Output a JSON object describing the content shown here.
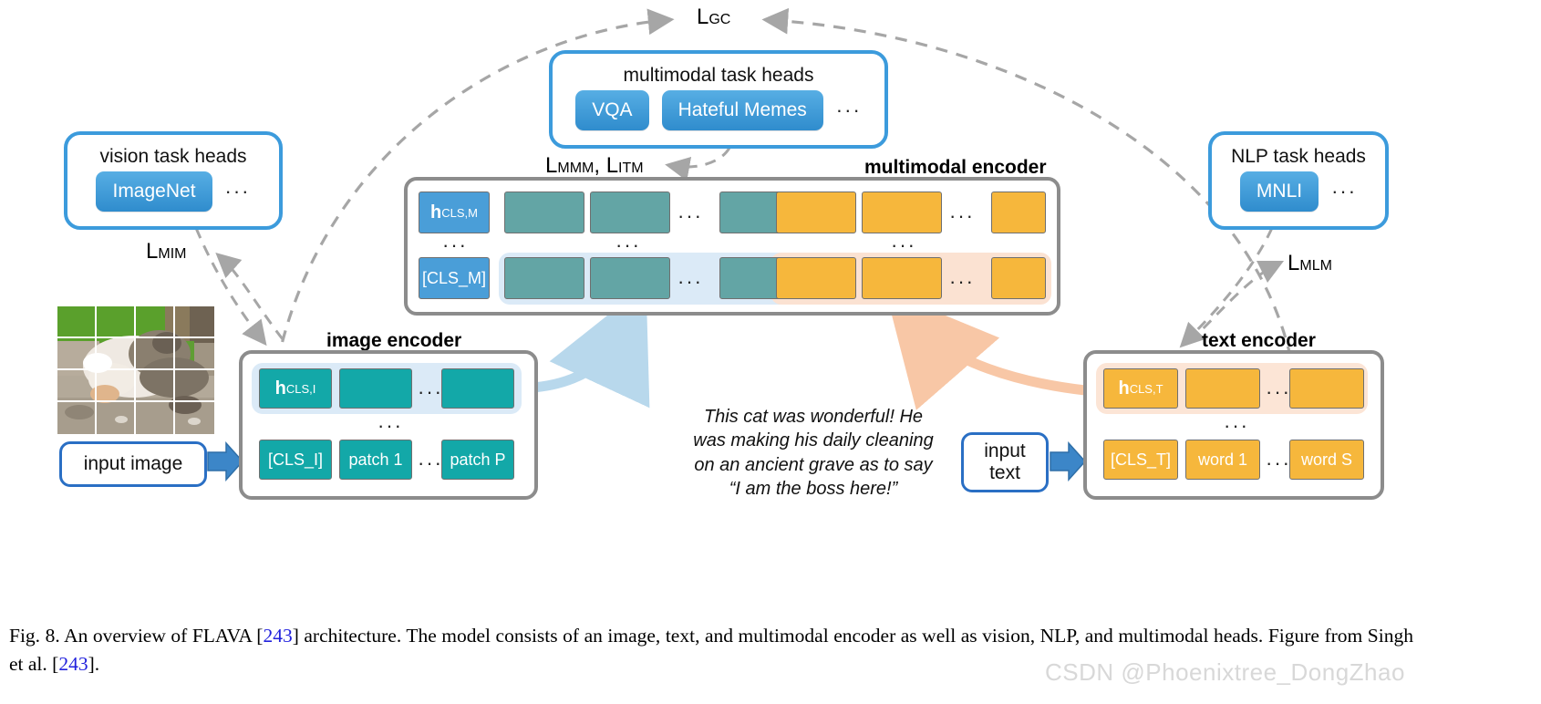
{
  "figure": {
    "id": "Fig. 8.",
    "caption_part1": "An overview of FLAVA [",
    "ref1": "243",
    "caption_part2": "] architecture. The model consists of an image, text, and multimodal encoder as well as vision, NLP, and multimodal heads. Figure from Singh et al. [",
    "ref2": "243",
    "caption_part3": "].",
    "watermark": "CSDN @Phoenixtree_DongZhao"
  },
  "losses": {
    "global_contrastive": "L",
    "global_contrastive_sub": "GC",
    "mim": "L",
    "mim_sub": "MIM",
    "mlm": "L",
    "mlm_sub": "MLM",
    "mmm_itm_1": "L",
    "mmm_itm_1_sub": "MMM",
    "mmm_itm_sep": ", ",
    "mmm_itm_2": "L",
    "mmm_itm_2_sub": "ITM"
  },
  "vision_heads": {
    "title": "vision task heads",
    "items": [
      "ImageNet"
    ],
    "ellipsis": "···"
  },
  "multimodal_heads": {
    "title": "multimodal task heads",
    "items": [
      "VQA",
      "Hateful Memes"
    ],
    "ellipsis": "···"
  },
  "nlp_heads": {
    "title": "NLP task heads",
    "items": [
      "MNLI"
    ],
    "ellipsis": "···"
  },
  "multimodal_encoder": {
    "label": "multimodal encoder",
    "hidden_cls": "h",
    "hidden_cls_sub": "CLS,M",
    "input_cls": "[CLS_M]",
    "vertical_dots": "···",
    "row_dots": "···"
  },
  "image_encoder": {
    "label": "image encoder",
    "hidden_cls": "h",
    "hidden_cls_sub": "CLS,I",
    "input_cls": "[CLS_I]",
    "patch_first": "patch 1",
    "patch_last": "patch P",
    "row_dots": "···",
    "vertical_dots": "···"
  },
  "text_encoder": {
    "label": "text encoder",
    "hidden_cls": "h",
    "hidden_cls_sub": "CLS,T",
    "input_cls": "[CLS_T]",
    "word_first": "word 1",
    "word_last": "word S",
    "row_dots": "···",
    "vertical_dots": "···"
  },
  "inputs": {
    "image_label": "input image",
    "text_label": "input\ntext",
    "text_label_line1": "input",
    "text_label_line2": "text",
    "sample_text_line1": "This cat was wonderful! He",
    "sample_text_line2": "was making his daily cleaning",
    "sample_text_line3": "on an ancient grave as to say",
    "sample_text_line4": "“I am the boss here!”"
  },
  "colors": {
    "blue_accent": "#3c9bdc",
    "pill_blue": "#2f8ccd",
    "teal": "#13a8a8",
    "teal_dim": "#63a5a5",
    "amber": "#f6b73c",
    "cls_blue": "#4a9ed8",
    "panel_gray": "#8c8c8c",
    "arrow_gray": "#a6a6a6",
    "highlight_blue": "#dbeaf7",
    "highlight_peach": "#fbe2d2",
    "ref_link": "#2222dd"
  }
}
